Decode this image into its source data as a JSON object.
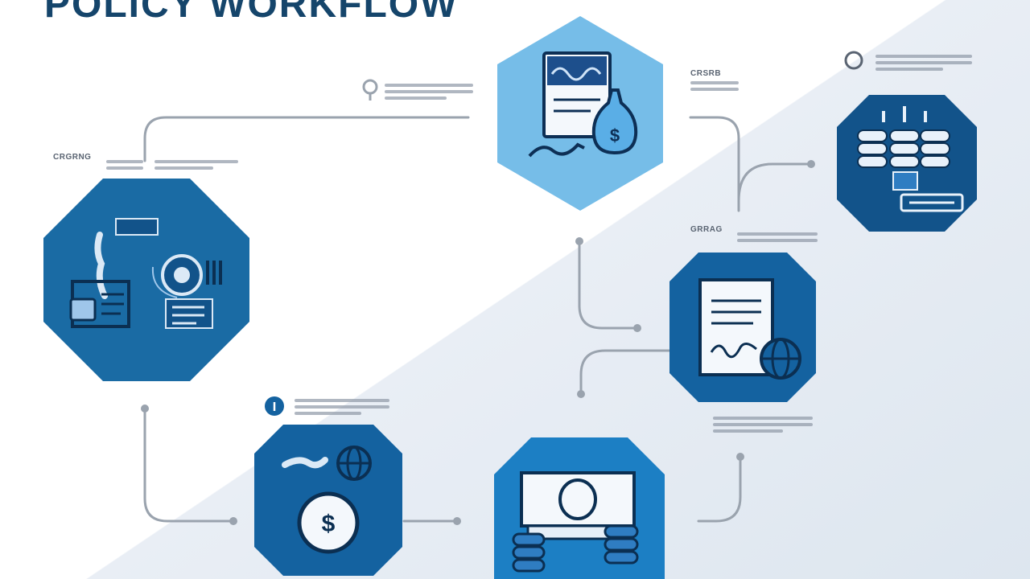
{
  "title": "POLICY WORKFLOW",
  "nodes": [
    {
      "id": "claim-document",
      "icon": "document-money-bag-icon",
      "fill": "#76bde8"
    },
    {
      "id": "data-storage",
      "icon": "database-server-icon",
      "fill": "#12538a"
    },
    {
      "id": "assessment",
      "icon": "analysis-dashboard-icon",
      "fill": "#1a6ba4"
    },
    {
      "id": "signed-contract",
      "icon": "contract-globe-icon",
      "fill": "#1462a0"
    },
    {
      "id": "payment",
      "icon": "coin-globe-icon",
      "fill": "#1462a0"
    },
    {
      "id": "disbursement",
      "icon": "banknote-coins-icon",
      "fill": "#1c7fc4"
    }
  ],
  "labels": [
    {
      "id": "label-top-left",
      "head": ""
    },
    {
      "id": "label-left",
      "head": "CRGRNG"
    },
    {
      "id": "label-center-top",
      "head": "CRSRB"
    },
    {
      "id": "label-top-right",
      "head": ""
    },
    {
      "id": "label-right-mid",
      "head": "GRRAG"
    },
    {
      "id": "label-bottom-center",
      "head": ""
    },
    {
      "id": "label-bottom-right",
      "head": ""
    }
  ],
  "colors": {
    "title": "#15456b",
    "connector": "#9aa3ae",
    "node_dark": "#12538a",
    "node_mid": "#1a6ba4",
    "node_light": "#76bde8"
  }
}
